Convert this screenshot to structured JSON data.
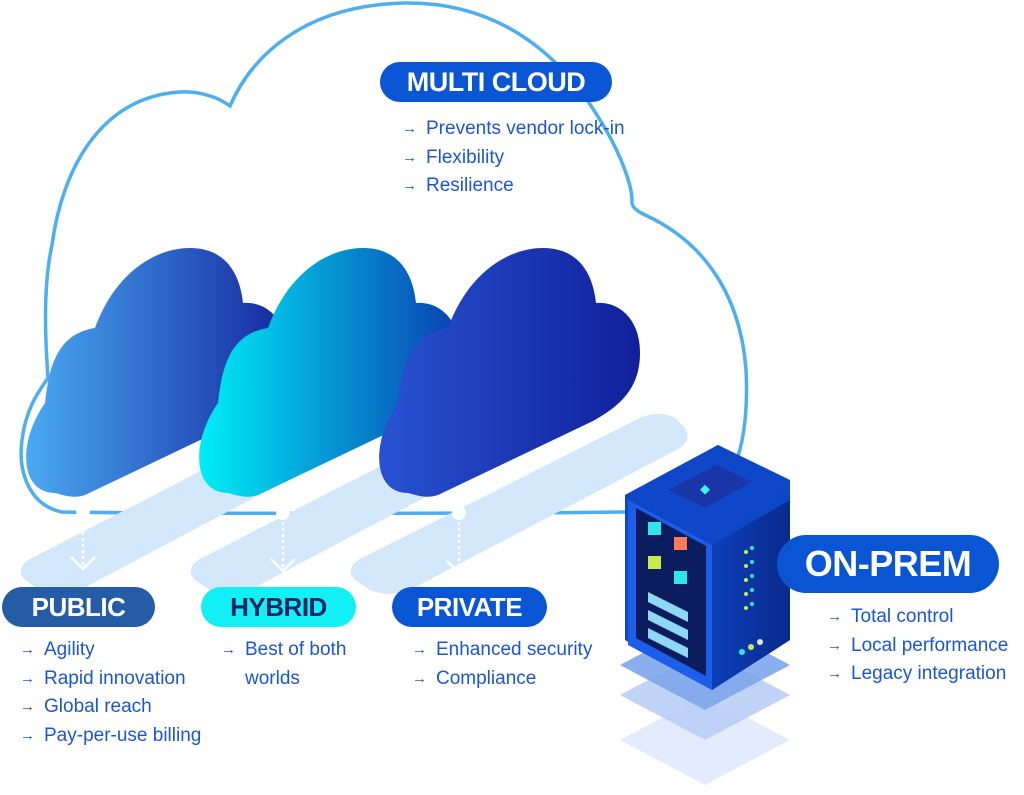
{
  "diagram": {
    "type": "cloud-deployment-models",
    "colors": {
      "outline": "#4daef0",
      "text_blue": "#1a56d6",
      "multi_cloud_pill": "#0a55d4",
      "public_pill": "#255ca6",
      "hybrid_pill": "#12f0f5",
      "private_pill": "#0a55d4",
      "on_prem_pill": "#0a55d4",
      "shadow": "#d4e8fb",
      "server_body": "#0c47c6",
      "server_front": "#0b1d5e"
    },
    "bullet_icon": "arrow-right-icon",
    "arrow_glyph": "→",
    "multi_cloud": {
      "title": "MULTI CLOUD",
      "items": [
        "Prevents vendor lock-in",
        "Flexibility",
        "Resilience"
      ]
    },
    "public": {
      "title": "PUBLIC",
      "items": [
        "Agility",
        "Rapid innovation",
        "Global reach",
        "Pay-per-use billing"
      ]
    },
    "hybrid": {
      "title": "HYBRID",
      "items": [
        "Best of both",
        "worlds"
      ]
    },
    "private": {
      "title": "PRIVATE",
      "items": [
        "Enhanced security",
        "Compliance"
      ]
    },
    "on_prem": {
      "title": "ON-PREM",
      "items": [
        "Total control",
        "Local performance",
        "Legacy integration"
      ]
    }
  }
}
